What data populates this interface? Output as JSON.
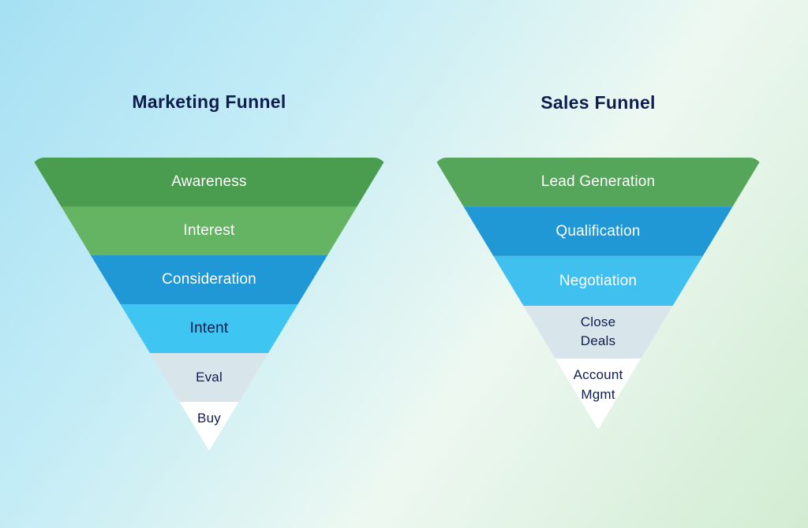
{
  "background": {
    "gradient_from": "#a6e0f3",
    "gradient_mid": "#edf8f1",
    "gradient_to": "#d2ecd2"
  },
  "funnels": [
    {
      "title": "Marketing Funnel",
      "stages": [
        {
          "label": "Awareness",
          "color": "#4a9d4e",
          "text_color": "#ffffff"
        },
        {
          "label": "Interest",
          "color": "#65b464",
          "text_color": "#ffffff"
        },
        {
          "label": "Consideration",
          "color": "#1f98d5",
          "text_color": "#ffffff"
        },
        {
          "label": "Intent",
          "color": "#3fc5f2",
          "text_color": "#0f1d4e"
        },
        {
          "label": "Eval",
          "color": "#d8e6ec",
          "text_color": "#0f1d4e"
        },
        {
          "label": "Buy",
          "color": "#ffffff",
          "text_color": "#0f1d4e"
        }
      ]
    },
    {
      "title": "Sales Funnel",
      "stages": [
        {
          "label": "Lead Generation",
          "color": "#55a55b",
          "text_color": "#ffffff"
        },
        {
          "label": "Qualification",
          "color": "#1f98d5",
          "text_color": "#ffffff"
        },
        {
          "label": "Negotiation",
          "color": "#3fc0ef",
          "text_color": "#ffffff"
        },
        {
          "label": "Close\nDeals",
          "color": "#d8e6ec",
          "text_color": "#0f1d4e"
        },
        {
          "label": "Account\nMgmt",
          "color": "#ffffff",
          "text_color": "#0f1d4e"
        }
      ]
    }
  ]
}
